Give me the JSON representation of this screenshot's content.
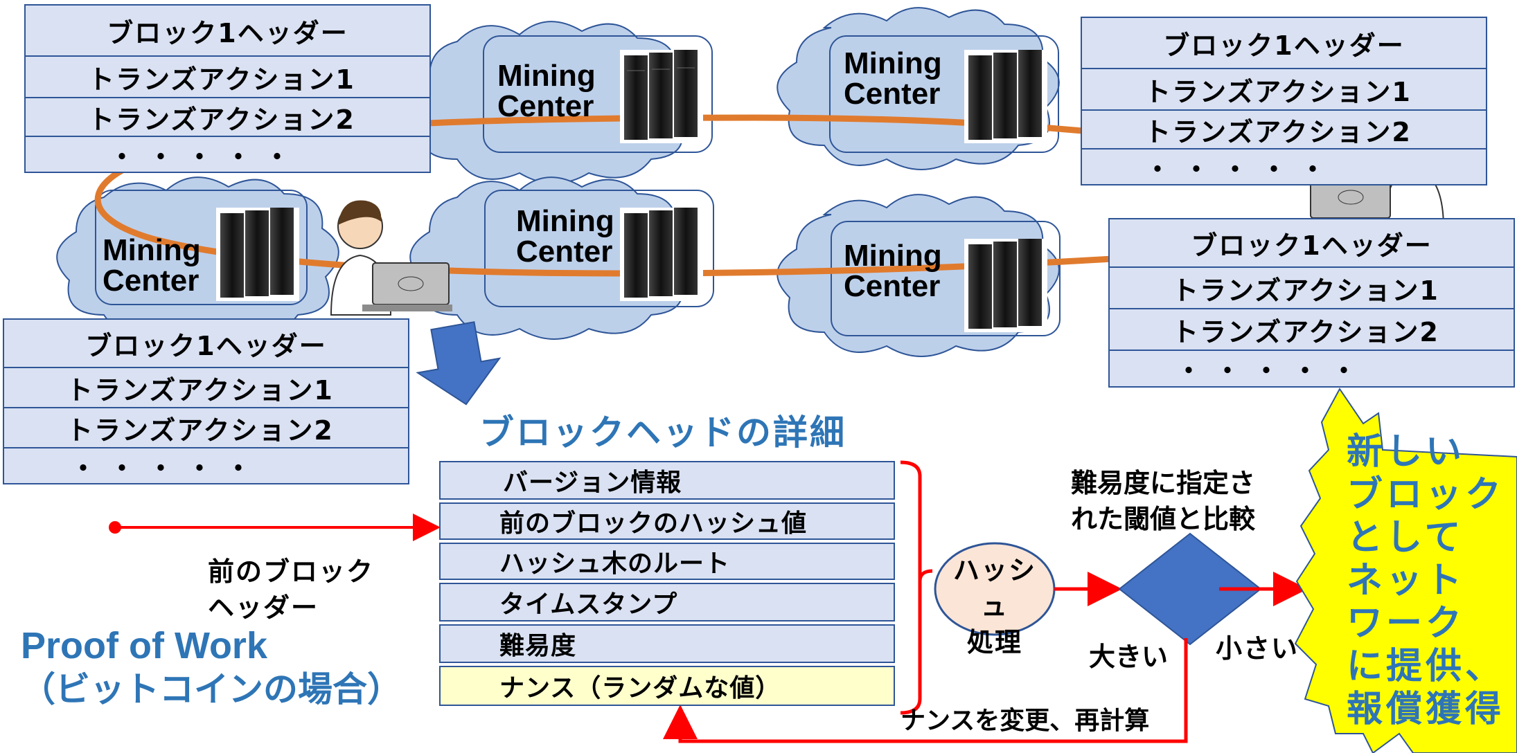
{
  "block_label": {
    "header": "ブロック1ヘッダー",
    "tx1": "トランズアクション1",
    "tx2": "トランズアクション2",
    "dots": "・・・・・"
  },
  "mining_center": {
    "line1": "Mining",
    "line2": "Center"
  },
  "detail": {
    "title": "ブロックヘッドの詳細",
    "rows": [
      "バージョン情報",
      "前のブロックのハッシュ値",
      "ハッシュ木のルート",
      "タイムスタンプ",
      "難易度",
      "ナンス（ランダムな値）"
    ]
  },
  "prev_header_label_line1": "前のブロック",
  "prev_header_label_line2": "ヘッダー",
  "pow_line1": "Proof of Work",
  "pow_line2": "（ビットコインの場合）",
  "hash_line1": "ハッシュ",
  "hash_line2": "処理",
  "compare_line1": "難易度に指定さ",
  "compare_line2": "れた閾値と比較",
  "large": "大きい",
  "small": "小さい",
  "retry": "ナンスを変更、再計算",
  "result_lines": [
    "新しい",
    "ブロック",
    "として",
    "ネット",
    "ワーク",
    "に提供、",
    "報償獲得"
  ],
  "colors": {
    "block_fill": "#d9e1f2",
    "block_border": "#2e5597",
    "ring": "#e07b2e",
    "cloud": "#bdd0ea",
    "arrow_red": "#ff0000",
    "diamond": "#4472c4",
    "title_blue": "#2e75b6",
    "burst_fill": "#ffff00",
    "nonce_fill": "#ffffcc",
    "hash_fill": "#fbe5d6"
  }
}
